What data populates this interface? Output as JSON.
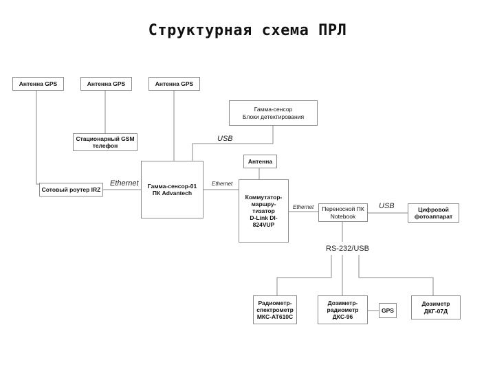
{
  "title": "Структурная схема  ПРЛ",
  "nodes": {
    "gps_antenna_1": "Антенна GPS",
    "gps_antenna_2": "Антенна GPS",
    "gps_antenna_3": "Антенна GPS",
    "gamma_blocks": "Гамма-сенсор\nБлоки детектирования",
    "gsm_phone": "Стационарный GSM\nтелефон",
    "antenna": "Антенна",
    "cell_router": "Сотовый роутер IRZ",
    "gamma_pc": "Гамма-сенсор-01\nПК Advantech",
    "switch_router": "Коммутатор-\nмаршру-тизатор\nD-Link DI-824VUP",
    "laptop": "Переносной ПК\nNotebook",
    "camera": "Цифровой\nфотоаппарат",
    "radiometer": "Радиометр-\nспектрометр\nМКС-АТ610С",
    "dosimeter_dks": "Дозиметр-\nрадиометр\nДКС-96",
    "gps": "GPS",
    "dosimeter_dkg": "Дозиметр\nДКГ-07Д"
  },
  "edge_labels": {
    "usb_top": "USB",
    "ethernet_left": "Ethernet",
    "ethernet_mid": "Ethernet",
    "ethernet_right": "Ethernet",
    "usb_right": "USB",
    "rs232": "RS-232/USB"
  },
  "colors": {
    "line": "#8a8a8a",
    "border": "#8a8a8a",
    "text": "#111111"
  }
}
